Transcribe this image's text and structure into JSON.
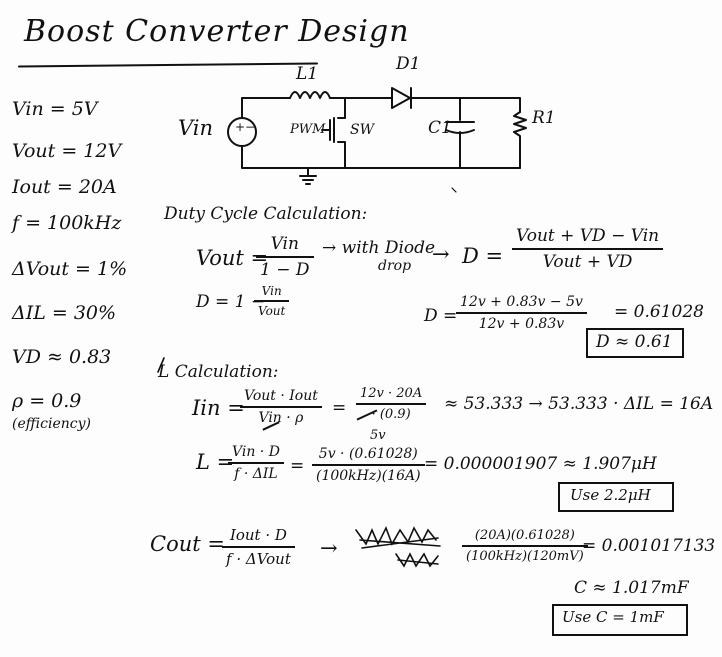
{
  "title": "Boost Converter Design",
  "given": {
    "vin": "Vin = 5V",
    "vout": "Vout = 12V",
    "iout": "Iout = 20A",
    "f": "f = 100kHz",
    "dvout": "ΔVout = 1%",
    "dil": "ΔIL = 30%",
    "vd": "VD ≈ 0.83",
    "eta": "ρ = 0.9",
    "eta_note": "(efficiency)"
  },
  "circuit": {
    "vin_label": "Vin",
    "source_sign": "+−",
    "l1": "L1",
    "d1": "D1",
    "pwm": "PWM",
    "sw": "SW",
    "c1": "C1",
    "r1": "R1"
  },
  "duty": {
    "heading": "Duty Cycle Calculation:",
    "vout_lhs": "Vout =",
    "vin_num": "Vin",
    "one_minus_d": "1 − D",
    "arrow_diode": "→ with Diode",
    "drop": "drop",
    "arrow2": "→",
    "d_lhs": "D =",
    "d_num": "Vout + VD − Vin",
    "d_den": "Vout + VD",
    "d_rearr": "D = 1 −",
    "d_rearr_num": "Vin",
    "d_rearr_den": "Vout",
    "d_eq": "D =",
    "d_sub_num": "12v + 0.83v − 5v",
    "d_sub_den": "12v + 0.83v",
    "d_result": "= 0.61028",
    "d_boxed": "D ≈ 0.61"
  },
  "lcalc": {
    "heading": "L Calculation:",
    "iin_lhs": "Iin =",
    "iin_num": "Vout · Iout",
    "iin_den": "Vin · ρ",
    "eq1": "=",
    "iin_sub_num": "12v · 20A",
    "iin_sub_den": "· (0.9)",
    "iin_sub_den2": "5v",
    "iin_result": "≈ 53.333 → 53.333 · ΔIL = 16A",
    "l_lhs": "L =",
    "l_num": "Vin · D",
    "l_den": "f · ΔIL",
    "eq2": "=",
    "l_sub_num": "5v · (0.61028)",
    "l_sub_den": "(100kHz)(16A)",
    "l_result": "= 0.000001907  ≈ 1.907μH",
    "l_boxed": "Use  2.2μH"
  },
  "ccalc": {
    "c_lhs": "Cout =",
    "c_num": "Iout · D",
    "c_den": "f · ΔVout",
    "arrow": "→",
    "c_sub_num": "(20A)(0.61028)",
    "c_sub_den": "(100kHz)(120mV)",
    "c_result": "= 0.001017133",
    "c_approx": "C ≈ 1.017mF",
    "c_boxed": "Use  C = 1mF"
  }
}
